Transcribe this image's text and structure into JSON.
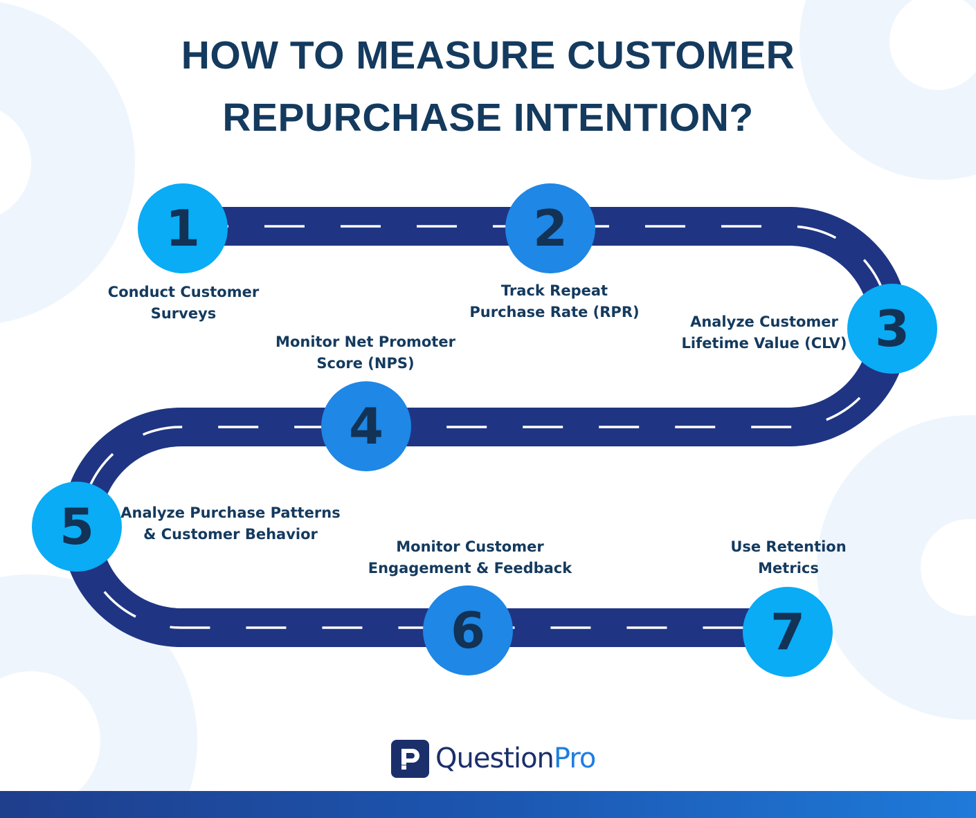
{
  "title": {
    "line1": "HOW TO MEASURE CUSTOMER",
    "line2": "REPURCHASE INTENTION?"
  },
  "colors": {
    "title": "#143a5e",
    "road": "#1f3583",
    "lane": "#ffffff",
    "step_light": "#09acf5",
    "step_mid": "#1f87e5",
    "bg_ring": "#eef5fd",
    "bar": "#1f5bb5"
  },
  "steps": [
    {
      "number": "1",
      "line1": "Conduct Customer",
      "line2": "Surveys"
    },
    {
      "number": "2",
      "line1": "Track Repeat",
      "line2": "Purchase Rate (RPR)"
    },
    {
      "number": "3",
      "line1": "Analyze Customer",
      "line2": "Lifetime Value (CLV)"
    },
    {
      "number": "4",
      "line1": "Monitor Net Promoter",
      "line2": "Score (NPS)"
    },
    {
      "number": "5",
      "line1": "Analyze Purchase Patterns",
      "line2": "& Customer Behavior"
    },
    {
      "number": "6",
      "line1": "Monitor Customer",
      "line2": "Engagement & Feedback"
    },
    {
      "number": "7",
      "line1": "Use Retention",
      "line2": "Metrics"
    }
  ],
  "brand": {
    "name_part1": "Question",
    "name_part2": "Pro",
    "logo_icon": "questionpro-p-icon"
  }
}
